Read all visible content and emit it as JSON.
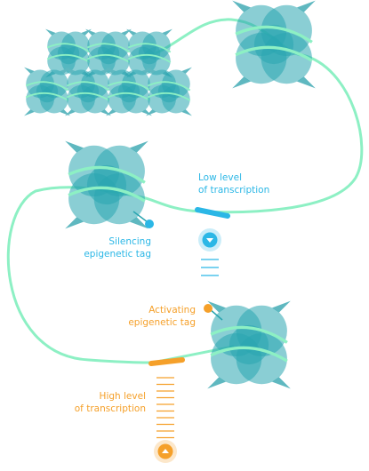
{
  "labels": {
    "low": [
      "Low level",
      "of transcription"
    ],
    "silencing": [
      "Silencing",
      "epigenetic tag"
    ],
    "activating": [
      "Activating",
      "epigenetic tag"
    ],
    "high": [
      "High level",
      "of transcription"
    ]
  },
  "icons": {
    "low_arrow": "chevron-down-icon",
    "high_arrow": "chevron-up-icon"
  },
  "colors": {
    "dna": "#8DF0C4",
    "nucleosome": "#2AA5B0",
    "blue": "#2BB7E6",
    "orange": "#F5A02A"
  },
  "transcription": {
    "low_lines": 3,
    "high_lines": 10
  }
}
